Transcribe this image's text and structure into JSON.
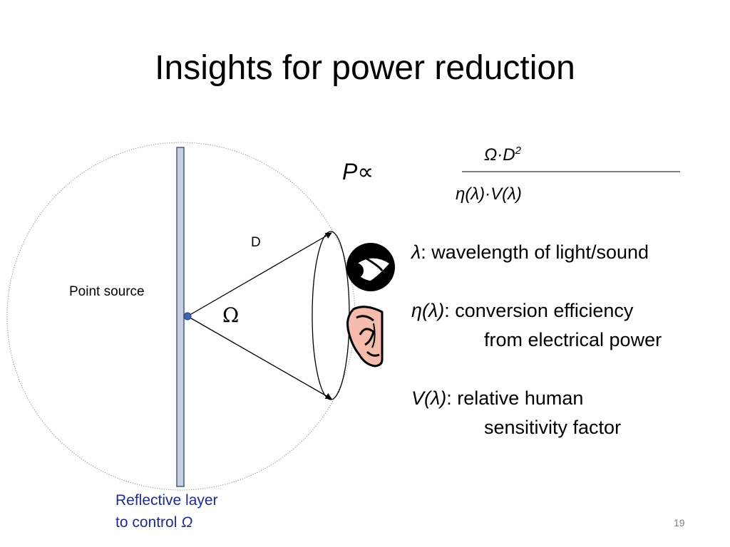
{
  "slide": {
    "title": "Insights for power reduction",
    "page_number": "19"
  },
  "formula": {
    "lhs": "P∝",
    "numerator": "Ω·D",
    "numerator_exponent": "2",
    "denominator": "η(λ)·V(λ)"
  },
  "legend": [
    {
      "symbol": "λ",
      "text": ": wavelength of light/sound",
      "continuation": ""
    },
    {
      "symbol": "η(λ)",
      "text": ": conversion efficiency",
      "continuation": "from electrical power"
    },
    {
      "symbol": "V(λ)",
      "text": ": relative human",
      "continuation": "sensitivity factor"
    }
  ],
  "diagram": {
    "point_source_label": "Point source",
    "distance_label": "D",
    "angle_label": "Ω",
    "layer_caption_line1": "Reflective layer",
    "layer_caption_line2": "to control ",
    "layer_caption_symbol": "Ω",
    "icons": [
      "eye-icon",
      "ear-icon"
    ],
    "colors": {
      "layer_fill": "#c5cfe0",
      "layer_stroke": "#4a5a78",
      "point_source": "#3f64b0",
      "caption": "#1f2d8a",
      "ear_fill": "#f5bcae"
    }
  }
}
